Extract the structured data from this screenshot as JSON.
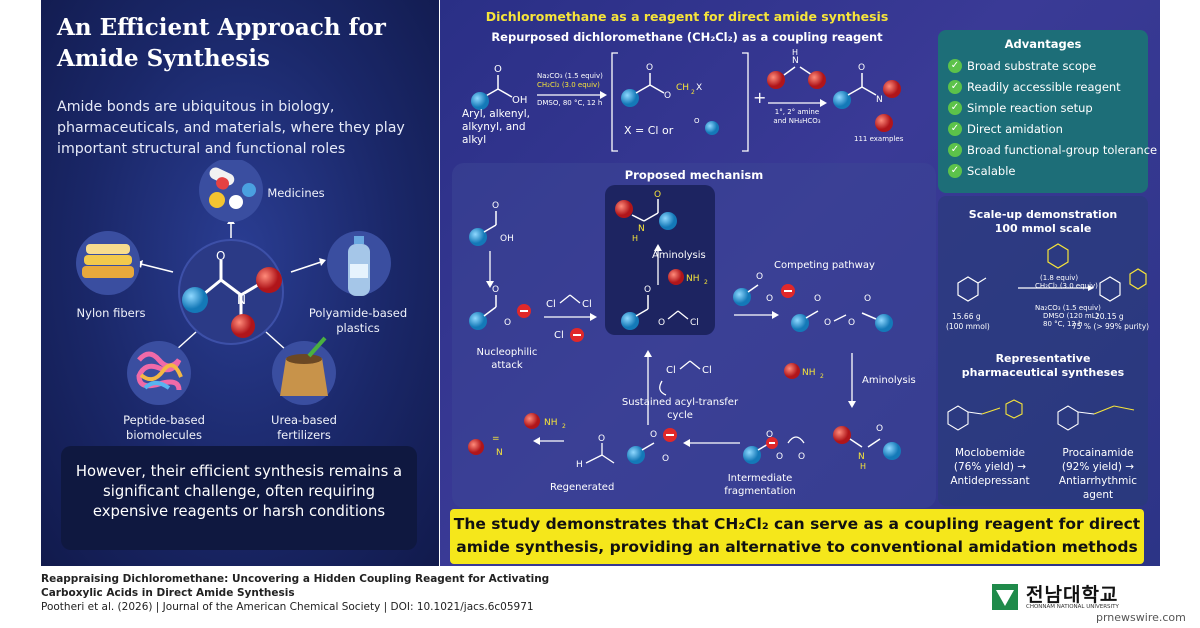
{
  "left": {
    "title": "An Efficient Approach for Amide Synthesis",
    "intro": "Amide bonds are ubiquitous in biology, pharmaceuticals, and materials, where they play important structural and functional roles",
    "apps": {
      "medicines": "Medicines",
      "nylon": "Nylon fibers",
      "polyamide": "Polyamide-based plastics",
      "peptide": "Peptide-based biomolecules",
      "urea": "Urea-based fertilizers"
    },
    "challenge": "However, their efficient synthesis remains a significant challenge, often requiring expensive reagents or harsh conditions"
  },
  "synthesis": {
    "title": "Dichloromethane as a reagent for direct amide synthesis",
    "subtitle": "Repurposed dichloromethane (CH₂Cl₂) as a coupling reagent",
    "acid_types": "Aryl, alkenyl, alkynyl, and alkyl",
    "cond1": "Na₂CO₃ (1.5 equiv)",
    "cond2": "CH₂Cl₂ (3.0 equiv)",
    "cond3": "DMSO, 80 °C, 12 h",
    "x_def": "X = Cl or",
    "amine_cond": "1°, 2° amine and NH₄HCO₃",
    "examples": "111 examples",
    "plus": "+"
  },
  "mechanism": {
    "title": "Proposed mechanism",
    "nucleophilic": "Nucleophilic attack",
    "aminolysis_top": "Aminolysis",
    "competing": "Competing pathway",
    "sustained": "Sustained acyl-transfer cycle",
    "aminolysis_right": "Aminolysis",
    "intermediate": "Intermediate fragmentation",
    "regenerated": "Regenerated"
  },
  "advantages": {
    "title": "Advantages",
    "items": [
      "Broad substrate scope",
      "Readily accessible reagent",
      "Simple reaction setup",
      "Direct amidation",
      "Broad functional-group tolerance",
      "Scalable"
    ]
  },
  "scale": {
    "title": "Scale-up demonstration",
    "subtitle": "100 mmol scale",
    "start_amount": "15.66 g",
    "start_mmol": "(100 mmol)",
    "product_amount": "20.15 g",
    "product_yield": "75 % (> 99% purity)",
    "reagent1": "(1.8 equiv)",
    "reagent2": "CH₂Cl₂ (3.0 equiv)",
    "reagent3": "Na₂CO₃ (1.5 equiv)",
    "reagent4": "DMSO (120 mL)",
    "reagent5": "80 °C, 12 h",
    "pharma_title": "Representative pharmaceutical syntheses",
    "drug1": "Moclobemide (76% yield) → Antidepressant",
    "drug2": "Procainamide (92% yield) → Antiarrhythmic agent"
  },
  "banner": "The study demonstrates that CH₂Cl₂ can serve as a coupling reagent for direct amide synthesis, providing an alternative to conventional amidation methods",
  "footer": {
    "title1": "Reappraising Dichloromethane: Uncovering a Hidden Coupling Reagent for Activating",
    "title2": "Carboxylic Acids in Direct Amide Synthesis",
    "citation": "Pootheri et al. (2026) | Journal of the American Chemical Society | DOI: 10.1021/jacs.6c05971"
  },
  "logo": {
    "korean": "전남대학교",
    "english": "CHONNAM NATIONAL UNIVERSITY",
    "watermark": "prnewswire.com"
  },
  "colors": {
    "left_bg": "#1a2768",
    "right_bg": "#2f3590",
    "accent_yellow": "#f6e43a",
    "banner": "#f5e71b",
    "adv_bg": "#1d6e78",
    "check": "#5cc24a",
    "red_atom": "#e0282a",
    "blue_atom": "#2a9fd8"
  }
}
